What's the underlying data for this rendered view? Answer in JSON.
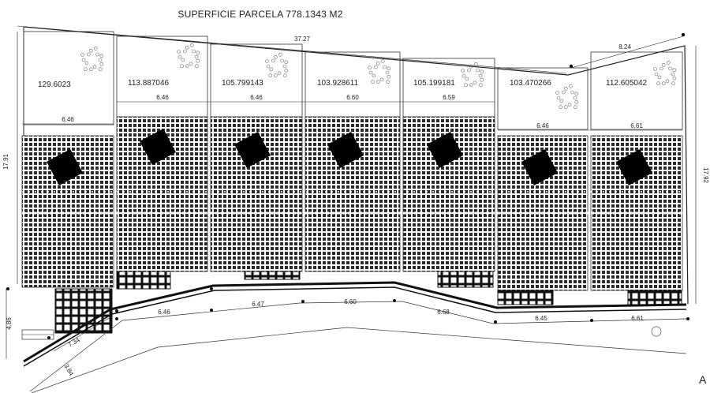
{
  "title": "SUPERFICIE PARCELA 778.1343 M2",
  "plots": [
    {
      "area": "129.6023",
      "front": "6.46"
    },
    {
      "area": "113.887046",
      "front": "6.46"
    },
    {
      "area": "105.799143",
      "front": "6.46"
    },
    {
      "area": "103.928611",
      "front": "6.60"
    },
    {
      "area": "105.199181",
      "front": "6.59"
    },
    {
      "area": "103.470266",
      "front": "6.46"
    },
    {
      "area": "112.605042",
      "front": "6.61"
    }
  ],
  "dimensions": {
    "top_total": "37.27",
    "top_right": "8.24",
    "left_height": "17.91",
    "right_height": "17.92",
    "bottom": [
      "6.46",
      "6.47",
      "6.60",
      "6.68",
      "6.45",
      "6.61"
    ],
    "bottom_left_a": "4.86",
    "bottom_left_b": "7.34",
    "bottom_left_c": "3.84"
  },
  "right_edge_letter": "A"
}
